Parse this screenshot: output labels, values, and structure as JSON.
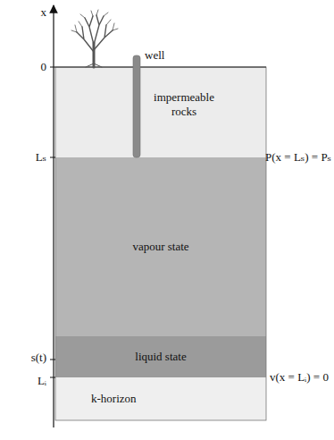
{
  "diagram": {
    "nodes": [
      {
        "text": [
          "impermeable rocks"
        ]
      },
      {
        "text": [
          "vapour state"
        ]
      },
      {
        "text": [
          "liquid state"
        ]
      },
      {
        "text": [
          "k-horizon"
        ]
      }
    ],
    "labels": [
      "x",
      "0",
      "Lₛ",
      "s(t)",
      "Lᵢ",
      "well",
      "P(x = Lₛ) = Pₛ",
      "v(x = Lᵢ) = 0"
    ]
  }
}
